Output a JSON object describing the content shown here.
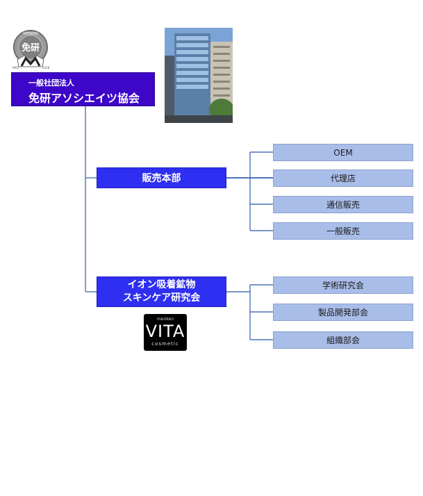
{
  "logo": {
    "center_text": "免研",
    "ring_top_text": "MENKEN",
    "year_left": "1962",
    "year_right": "2018"
  },
  "root": {
    "line1": "一般社団法人",
    "line2": "免研アソシエイツ協会"
  },
  "departments": [
    {
      "title": "販売本部",
      "title_line2": "",
      "children": [
        "OEM",
        "代理店",
        "通信販売",
        "一般販売"
      ]
    },
    {
      "title": "イオン吸着鉱物",
      "title_line2": "スキンケア研究会",
      "children": [
        "学術研究会",
        "製品開発部会",
        "組織部会"
      ]
    }
  ],
  "vita_logo": {
    "top_text": "menken",
    "main_text": "VITA",
    "bottom_text": "cosmetic"
  },
  "colors": {
    "root_fill": "#3d06c8",
    "dept_fill": "#2f2ff2",
    "sub_fill": "#a9bde9",
    "connector": "#4a74b4"
  }
}
